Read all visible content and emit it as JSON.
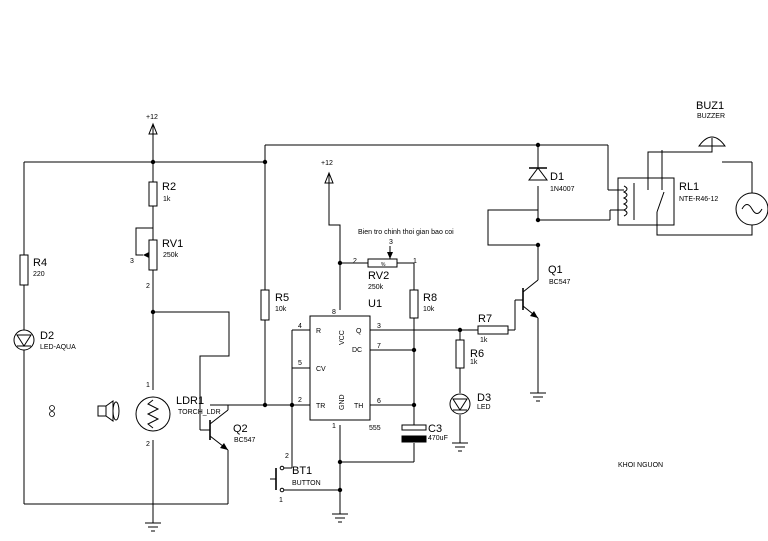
{
  "power": {
    "vcc": "+12"
  },
  "parts": {
    "r2": {
      "ref": "R2",
      "value": "1k"
    },
    "rv1": {
      "ref": "RV1",
      "value": "250k",
      "pin3": "3",
      "pin2": "2"
    },
    "r4": {
      "ref": "R4",
      "value": "220"
    },
    "d2": {
      "ref": "D2",
      "value": "LED-AQUA"
    },
    "ldr1": {
      "ref": "LDR1",
      "value": "TORCH_LDR",
      "pin1": "1",
      "pin2": "2"
    },
    "q2": {
      "ref": "Q2",
      "value": "BC547"
    },
    "r5": {
      "ref": "R5",
      "value": "10k"
    },
    "rv2": {
      "ref": "RV2",
      "value": "250k",
      "pin2": "2",
      "pin1": "1",
      "pin3": "3",
      "scale": "%"
    },
    "u1": {
      "ref": "U1",
      "name": "555",
      "pins": {
        "r": "R",
        "cv": "CV",
        "tr": "TR",
        "vcc": "VCC",
        "gnd": "GND",
        "q": "Q",
        "dc": "DC",
        "th": "TH"
      },
      "pin_numbers": {
        "p4": "4",
        "p5": "5",
        "p2": "2",
        "p8": "8",
        "p1": "1",
        "p3": "3",
        "p7": "7",
        "p6": "6"
      }
    },
    "r8": {
      "ref": "R8",
      "value": "10k"
    },
    "r7": {
      "ref": "R7",
      "value": "1k"
    },
    "r6": {
      "ref": "R6",
      "value": "1k"
    },
    "d3": {
      "ref": "D3",
      "value": "LED"
    },
    "c3": {
      "ref": "C3",
      "value": "470uF"
    },
    "bt1": {
      "ref": "BT1",
      "value": "BUTTON",
      "pin1": "1",
      "pin2": "2"
    },
    "d1": {
      "ref": "D1",
      "value": "1N4007"
    },
    "q1": {
      "ref": "Q1",
      "value": "BC547"
    },
    "rl1": {
      "ref": "RL1",
      "value": "NTE-R46-12"
    },
    "buz1": {
      "ref": "BUZ1",
      "value": "BUZZER"
    }
  },
  "annotations": {
    "pot_note": "Bien tro chinh thoi gian bao coi",
    "power_note": "KHOI NGUON"
  }
}
